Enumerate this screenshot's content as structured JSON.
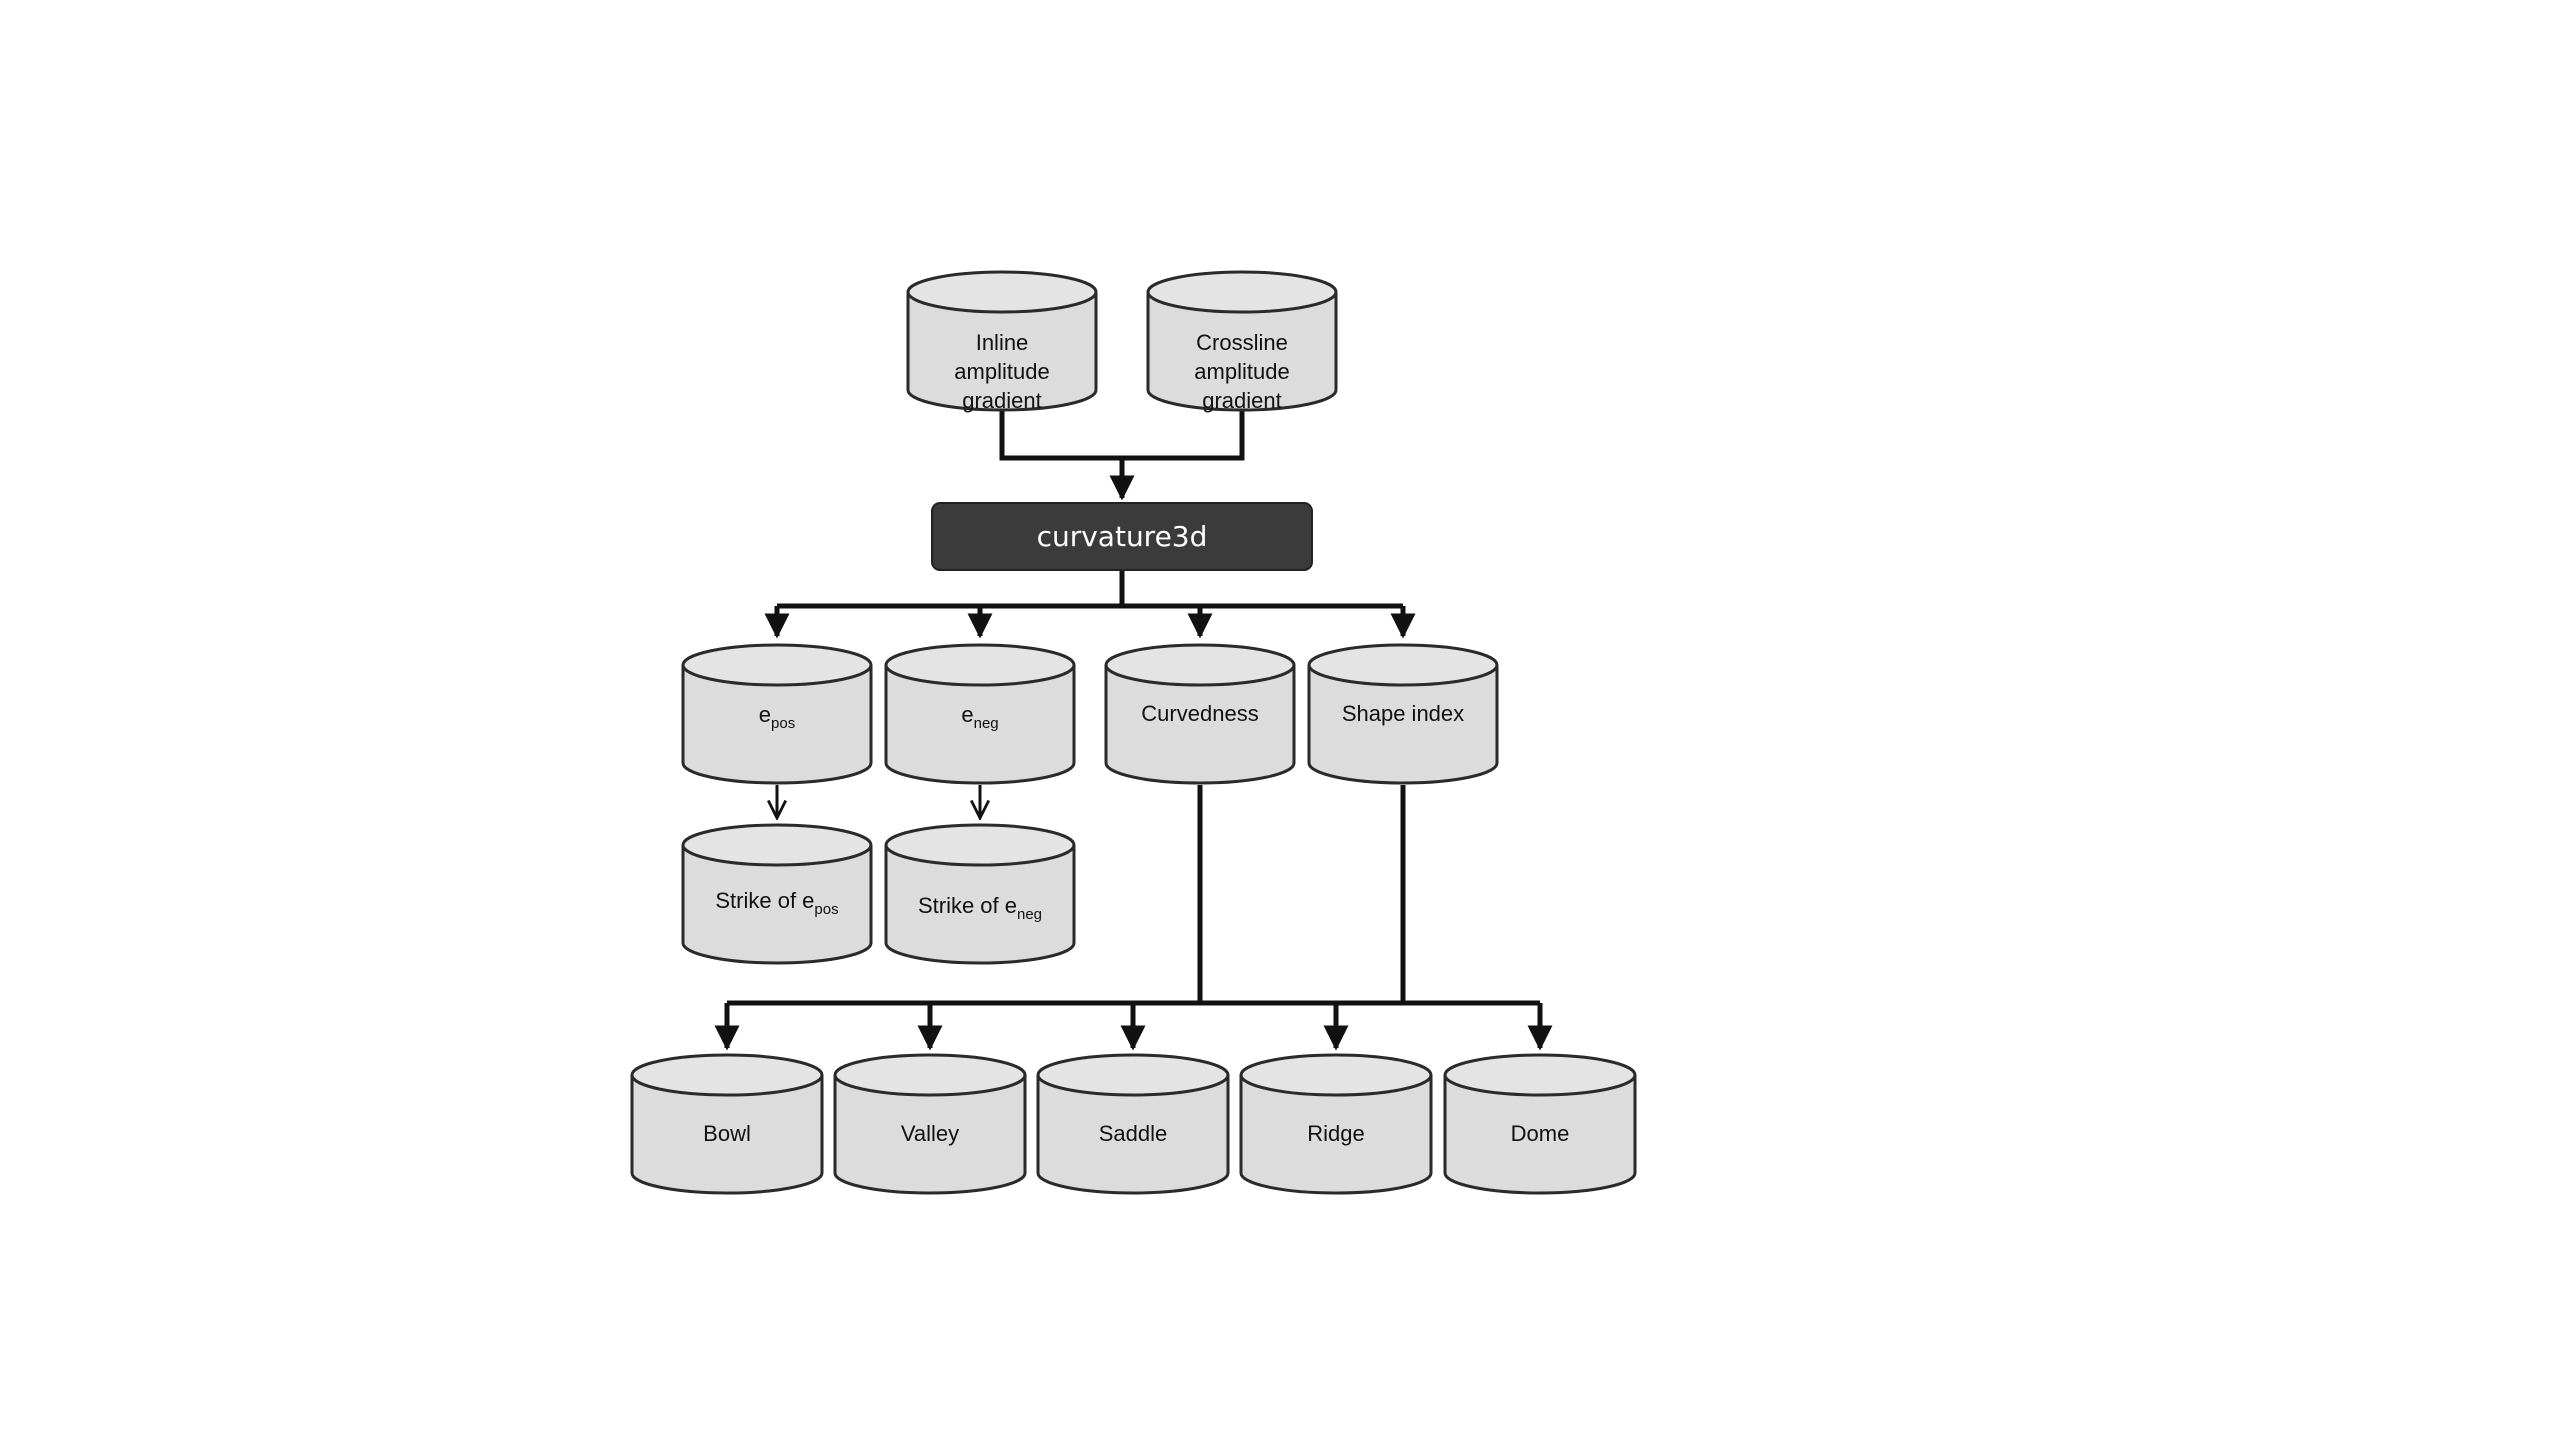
{
  "colors": {
    "cylinder_fill": "#dcdcdc",
    "cylinder_stroke": "#2a2a2a",
    "process_fill": "#3b3b3b",
    "process_text": "#ffffff",
    "connector": "#111111"
  },
  "inputs": {
    "inline": {
      "lines": [
        "Inline",
        "amplitude",
        "gradient"
      ]
    },
    "crossline": {
      "lines": [
        "Crossline",
        "amplitude",
        "gradient"
      ]
    }
  },
  "process": {
    "label": "curvature3d"
  },
  "outputs": {
    "e_pos": {
      "base": "e",
      "sub": "pos"
    },
    "e_neg": {
      "base": "e",
      "sub": "neg"
    },
    "curvedness": {
      "label": "Curvedness"
    },
    "shape_index": {
      "label": "Shape index"
    }
  },
  "strikes": {
    "pos": {
      "prefix": "Strike of e",
      "sub": "pos"
    },
    "neg": {
      "prefix": "Strike of e",
      "sub": "neg"
    }
  },
  "shapes": {
    "bowl": "Bowl",
    "valley": "Valley",
    "saddle": "Saddle",
    "ridge": "Ridge",
    "dome": "Dome"
  }
}
